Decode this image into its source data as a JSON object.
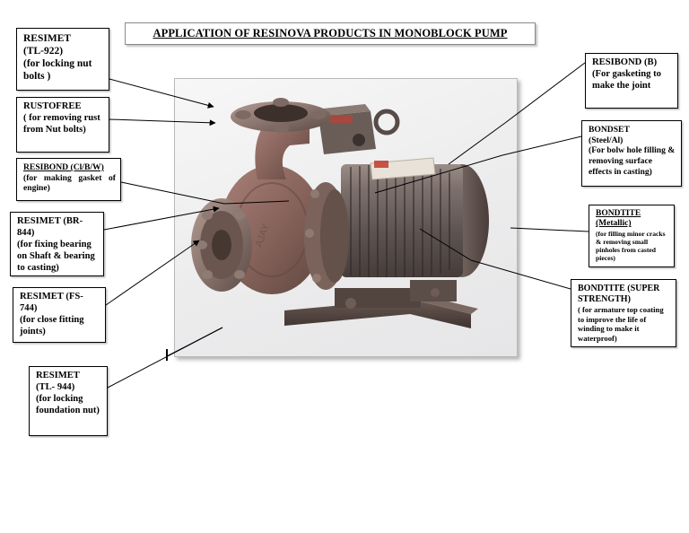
{
  "title": {
    "text": "APPLICATION OF RESINOVA PRODUCTS IN MONOBLOCK PUMP"
  },
  "photo": {
    "caption": "Monoblock pump photograph: cast iron pump casing with suction flange and discharge flange on the left, coupled to an electric induction motor with finned body, lifting eye bolt and terminal box, mounted on a steel base plate with foundation bolts.",
    "nameplate_color": "#e8e2d8",
    "body_color": "#6e625f",
    "casing_color": "#8c6a63"
  },
  "left_callouts": [
    {
      "id": "resimet-tl-922",
      "heading": "RESIMET",
      "underline": false,
      "body": "(TL-922)\n(for locking nut bolts )"
    },
    {
      "id": "rustofree",
      "heading": "RUSTOFREE",
      "underline": false,
      "body": "( for removing rust from Nut bolts)"
    },
    {
      "id": "resibond-cl-b-w",
      "heading": "RESIBOND (Cl/B/W)",
      "underline": true,
      "body": "(for making gasket of engine)"
    },
    {
      "id": "resimet-br-844",
      "heading": "RESIMET (BR-844)",
      "underline": false,
      "body": "(for fixing bearing on Shaft & bearing to casting)"
    },
    {
      "id": "resimet-fs-744",
      "heading": "RESIMET (FS-744)",
      "underline": false,
      "body": "(for close fitting joints)"
    },
    {
      "id": "resimet-tl-944",
      "heading": "RESIMET",
      "underline": false,
      "body": "(TL- 944)\n(for locking foundation nut)"
    }
  ],
  "right_callouts": [
    {
      "id": "resibond-b",
      "heading": "RESIBOND (B)",
      "underline": false,
      "body": "(For gasketing to make the joint"
    },
    {
      "id": "bondset",
      "heading": "BONDSET",
      "underline": false,
      "body": "(Steel/Al)\n(For bolw hole filling & removing surface effects in casting)"
    },
    {
      "id": "bondtite-metallic",
      "heading": "BONDTITE (Metallic)",
      "underline": true,
      "body": "(for filling minor cracks & removing small pinholes from casted pieces)"
    },
    {
      "id": "bondtite-super-strength",
      "heading": "BONDTITE (SUPER STRENGTH)",
      "underline": false,
      "body": "( for armature  top coating to improve the life of winding to make it waterproof)"
    }
  ]
}
